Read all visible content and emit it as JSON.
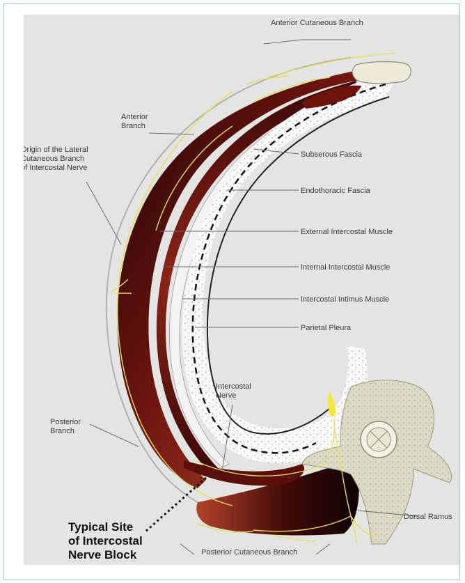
{
  "labels": {
    "anterior_cutaneous_branch": "Anterior Cutaneous Branch",
    "anterior_branch": [
      "Anterior",
      "Branch"
    ],
    "origin_lateral": [
      "Origin of the Lateral",
      "Cutaneous Branch",
      "of Intercostal Nerve"
    ],
    "subserous_fascia": "Subserous Fascia",
    "endothoracic_fascia": "Endothoracic Fascia",
    "external_intercostal": "External Intercostal Muscle",
    "internal_intercostal": "Internal Intercostal Muscle",
    "intercostal_intimus": "Intercostal Intimus Muscle",
    "parietal_pleura": "Parietal Pleura",
    "intercostal_nerve": [
      "Intercostal",
      "Nerve"
    ],
    "posterior_branch": [
      "Posterior",
      "Branch"
    ],
    "dorsal_ramus": "Dorsal Ramus",
    "posterior_cutaneous_branch": "Posterior Cutaneous Branch",
    "typical_site": [
      "Typical Site",
      "of Intercostal",
      "Nerve Block"
    ]
  },
  "colors": {
    "background": "#e4e4e2",
    "muscle_dark": "#2a0606",
    "muscle_red": "#8c1d12",
    "fascia": "#f7f7f7",
    "nerve": "#e6de5e",
    "bone": "#dedcc6",
    "frame_border": "#8fc3e8"
  }
}
